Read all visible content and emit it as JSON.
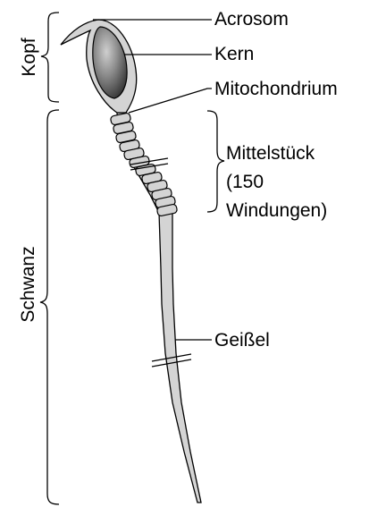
{
  "labels": {
    "acrosom": "Acrosom",
    "kern": "Kern",
    "mitochondrium": "Mitochondrium",
    "mittelstueck_line1": "Mittelstück",
    "mittelstueck_line2": "(150",
    "mittelstueck_line3": "Windungen)",
    "geissel": "Geißel",
    "kopf": "Kopf",
    "schwanz": "Schwanz"
  },
  "colors": {
    "outline": "#000000",
    "body_fill": "#d4d4d4",
    "nucleus_light": "#bdbdbd",
    "nucleus_dark": "#3a3a3a"
  }
}
